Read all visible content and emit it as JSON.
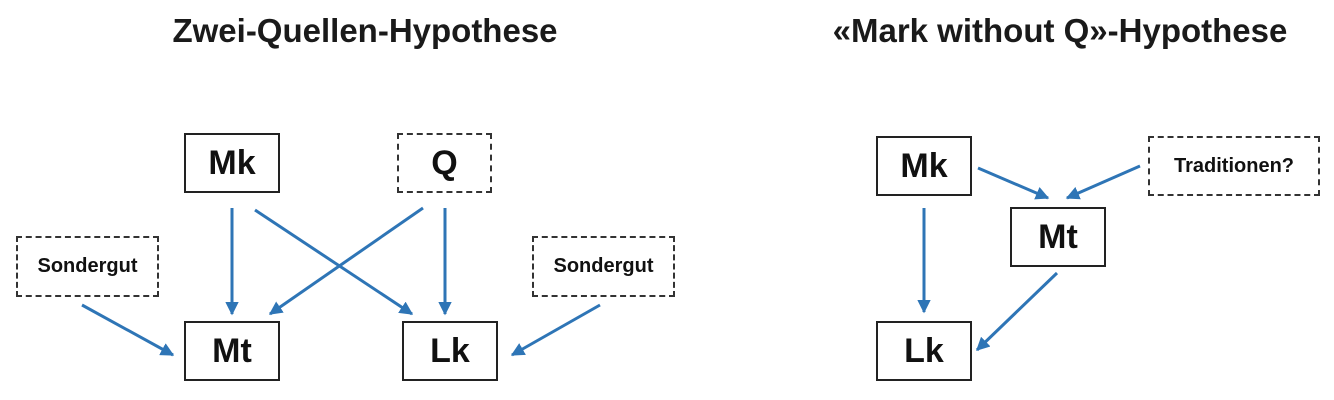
{
  "left": {
    "title": "Zwei-Quellen-Hypothese",
    "nodes": {
      "mk": "Mk",
      "q": "Q",
      "mt": "Mt",
      "lk": "Lk",
      "sondergut_left": "Sondergut",
      "sondergut_right": "Sondergut"
    }
  },
  "right": {
    "title": "«Mark without Q»-Hypothese",
    "nodes": {
      "mk": "Mk",
      "mt": "Mt",
      "lk": "Lk",
      "traditionen": "Traditionen?"
    }
  },
  "colors": {
    "arrow": "#2e75b6",
    "box_border": "#222222",
    "text": "#111111"
  }
}
